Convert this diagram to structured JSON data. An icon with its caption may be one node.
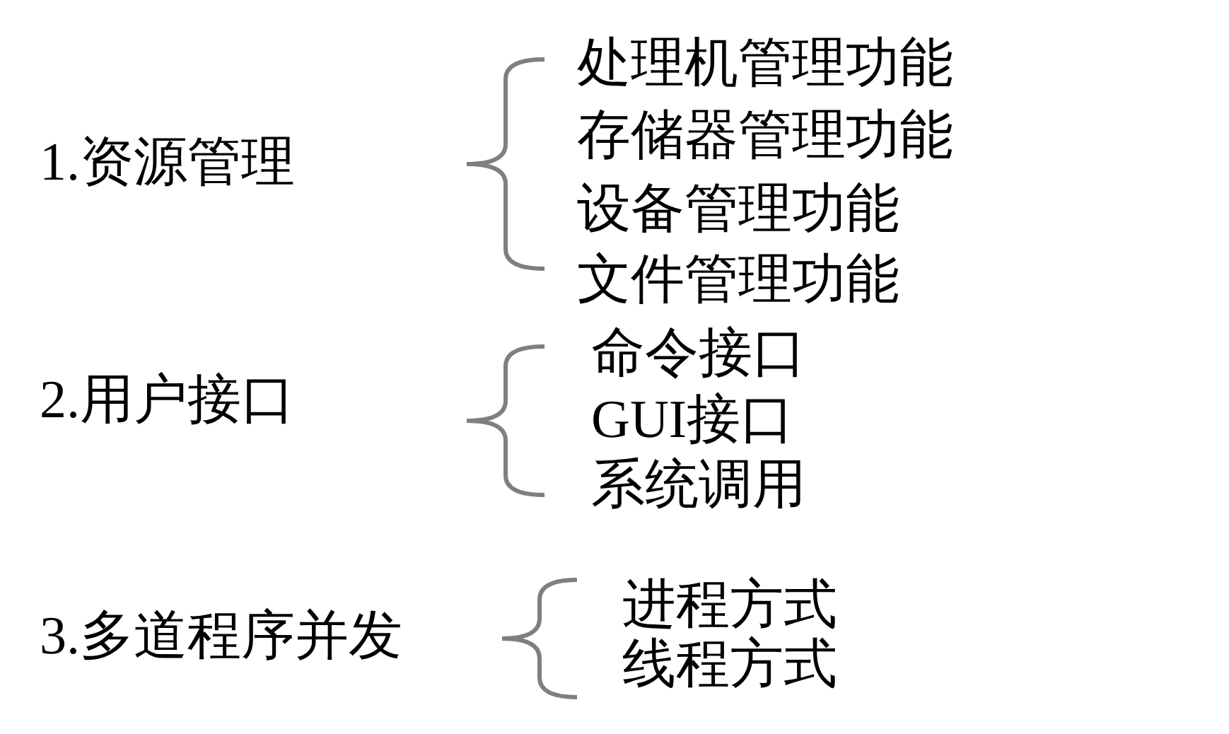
{
  "diagram": {
    "labels": [
      "1.资源管理",
      "处理机管理功能",
      "存储器管理功能",
      "设备管理功能",
      "文件管理功能",
      "2.用户接口",
      "命令接口",
      "GUI接口",
      "系统调用",
      "3.多道程序并发",
      "进程方式",
      "线程方式"
    ]
  }
}
